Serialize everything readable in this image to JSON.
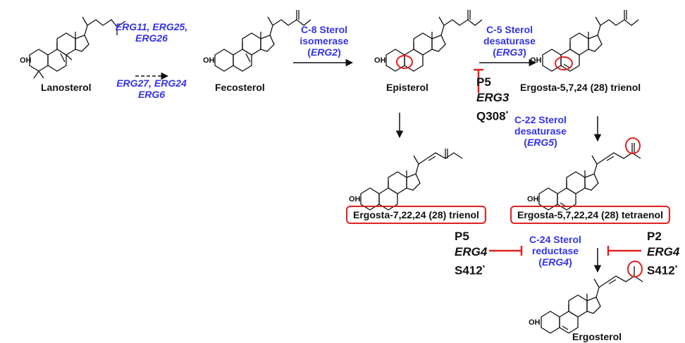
{
  "compounds": {
    "lanosterol": "Lanosterol",
    "fecosterol": "Fecosterol",
    "episterol": "Episterol",
    "erg_5_7_24_trienol": "Ergosta-5,7,24 (28) trienol",
    "erg_7_22_24_trienol": "Ergosta-7,22,24 (28) trienol",
    "erg_tetraenol": "Ergosta-5,7,22,24 (28) tetraenol",
    "ergosterol": "Ergosterol"
  },
  "oh": "OH",
  "enzymes": {
    "step1_top": "ERG11, ERG25,",
    "step1_top2": "ERG26",
    "step1_bottom": "ERG27, ERG24",
    "step1_bottom2": "ERG6",
    "c8_line1": "C-8 Sterol",
    "c8_line2": "isomerase",
    "c8_gene": "ERG2",
    "c5_line1": "C-5 Sterol",
    "c5_line2": "desaturase",
    "c5_gene": "ERG3",
    "c22_line1": "C-22 Sterol",
    "c22_line2": "desaturase",
    "c22_gene": "ERG5",
    "c24_line1": "C-24 Sterol",
    "c24_line2": "reductase",
    "c24_gene": "ERG4"
  },
  "mutations": {
    "m1_strain": "P5",
    "m1_gene": "ERG3",
    "m1_site": "Q308",
    "m2_strain": "P5",
    "m2_gene": "ERG4",
    "m2_site": "S412",
    "m3_strain": "P2",
    "m3_gene": "ERG4",
    "m3_site": "S412",
    "star": "*",
    "paren_open": "(",
    "paren_close": ")"
  },
  "colors": {
    "enzyme": "#3333e6",
    "highlight": "#e02020",
    "ink": "#111111"
  }
}
